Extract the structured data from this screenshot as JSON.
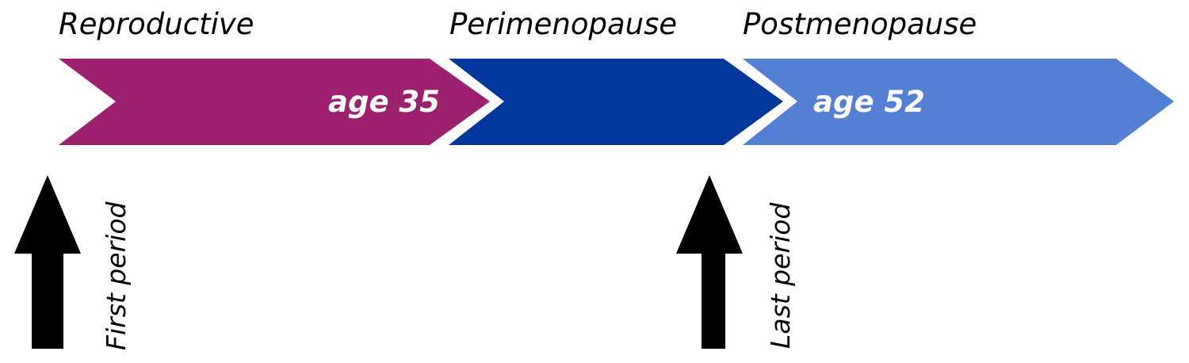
{
  "stages": [
    {
      "label": "Reproductive",
      "color": "#9c206e"
    },
    {
      "label": "Perimenopause",
      "color": "#02389e"
    },
    {
      "label": "Postmenopause",
      "color": "#537fd4"
    }
  ],
  "ages": {
    "perimenopause_start": "age 35",
    "menopause": "age 52"
  },
  "events": {
    "first_period": "First period",
    "last_period": "Last period"
  },
  "arrow_color": "#000000",
  "label_color": "#000000",
  "age_text_color": "#ffffff"
}
